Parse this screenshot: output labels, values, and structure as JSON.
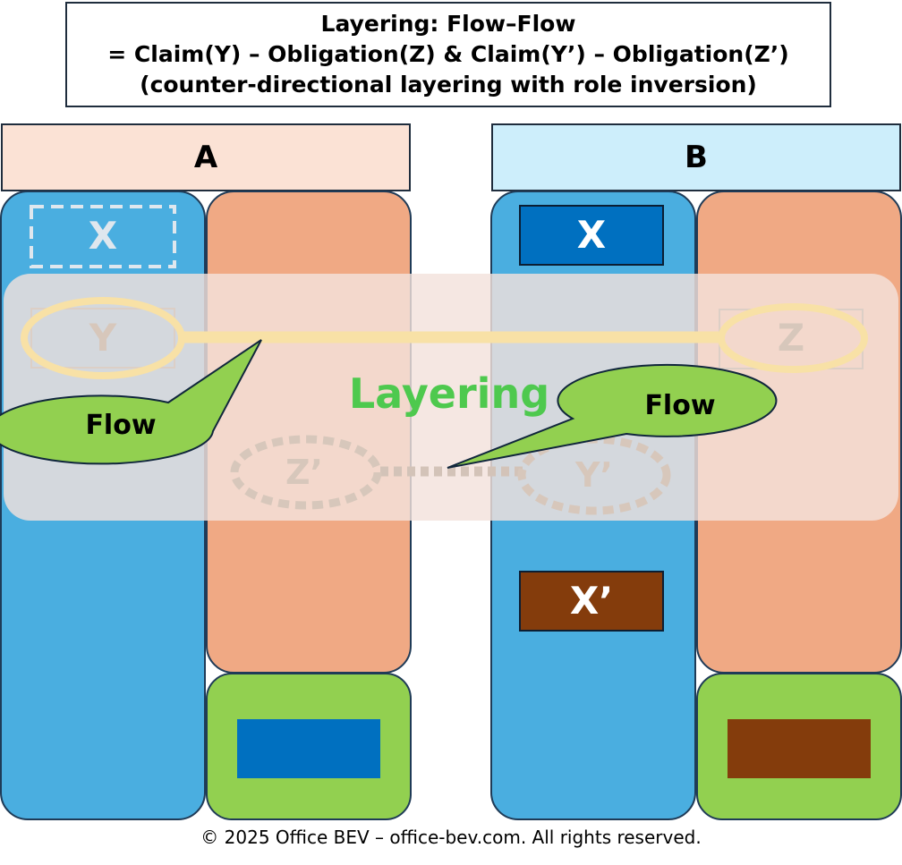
{
  "title": {
    "line1": "Layering: Flow–Flow",
    "line2": "= Claim(Y) – Obligation(Z) & Claim(Y’) – Obligation(Z’)",
    "line3": "(counter-directional layering with role inversion)"
  },
  "party_a": {
    "label": "A",
    "x_label": "X",
    "y_label": "Y",
    "z_prime_label": "Z’"
  },
  "party_b": {
    "label": "B",
    "x_label": "X",
    "x_prime_label": "X’",
    "z_label": "Z",
    "y_prime_label": "Y’"
  },
  "overlay": {
    "label": "Layering"
  },
  "callouts": {
    "flow_1": "Flow",
    "flow_2": "Flow"
  },
  "colors": {
    "asset_blue": "#4aaee0",
    "liability_salmon": "#f0a984",
    "equity_green": "#92d050",
    "x_blue": "#0070c0",
    "x_prime_brown": "#843c0c",
    "header_a": "#fbe2d5",
    "header_b": "#cdeefb",
    "layering_green": "#4ec94e",
    "claim_link": "#f8e1a6"
  },
  "footer": {
    "text": "© 2025 Office BEV – office-bev.com. All rights reserved."
  }
}
